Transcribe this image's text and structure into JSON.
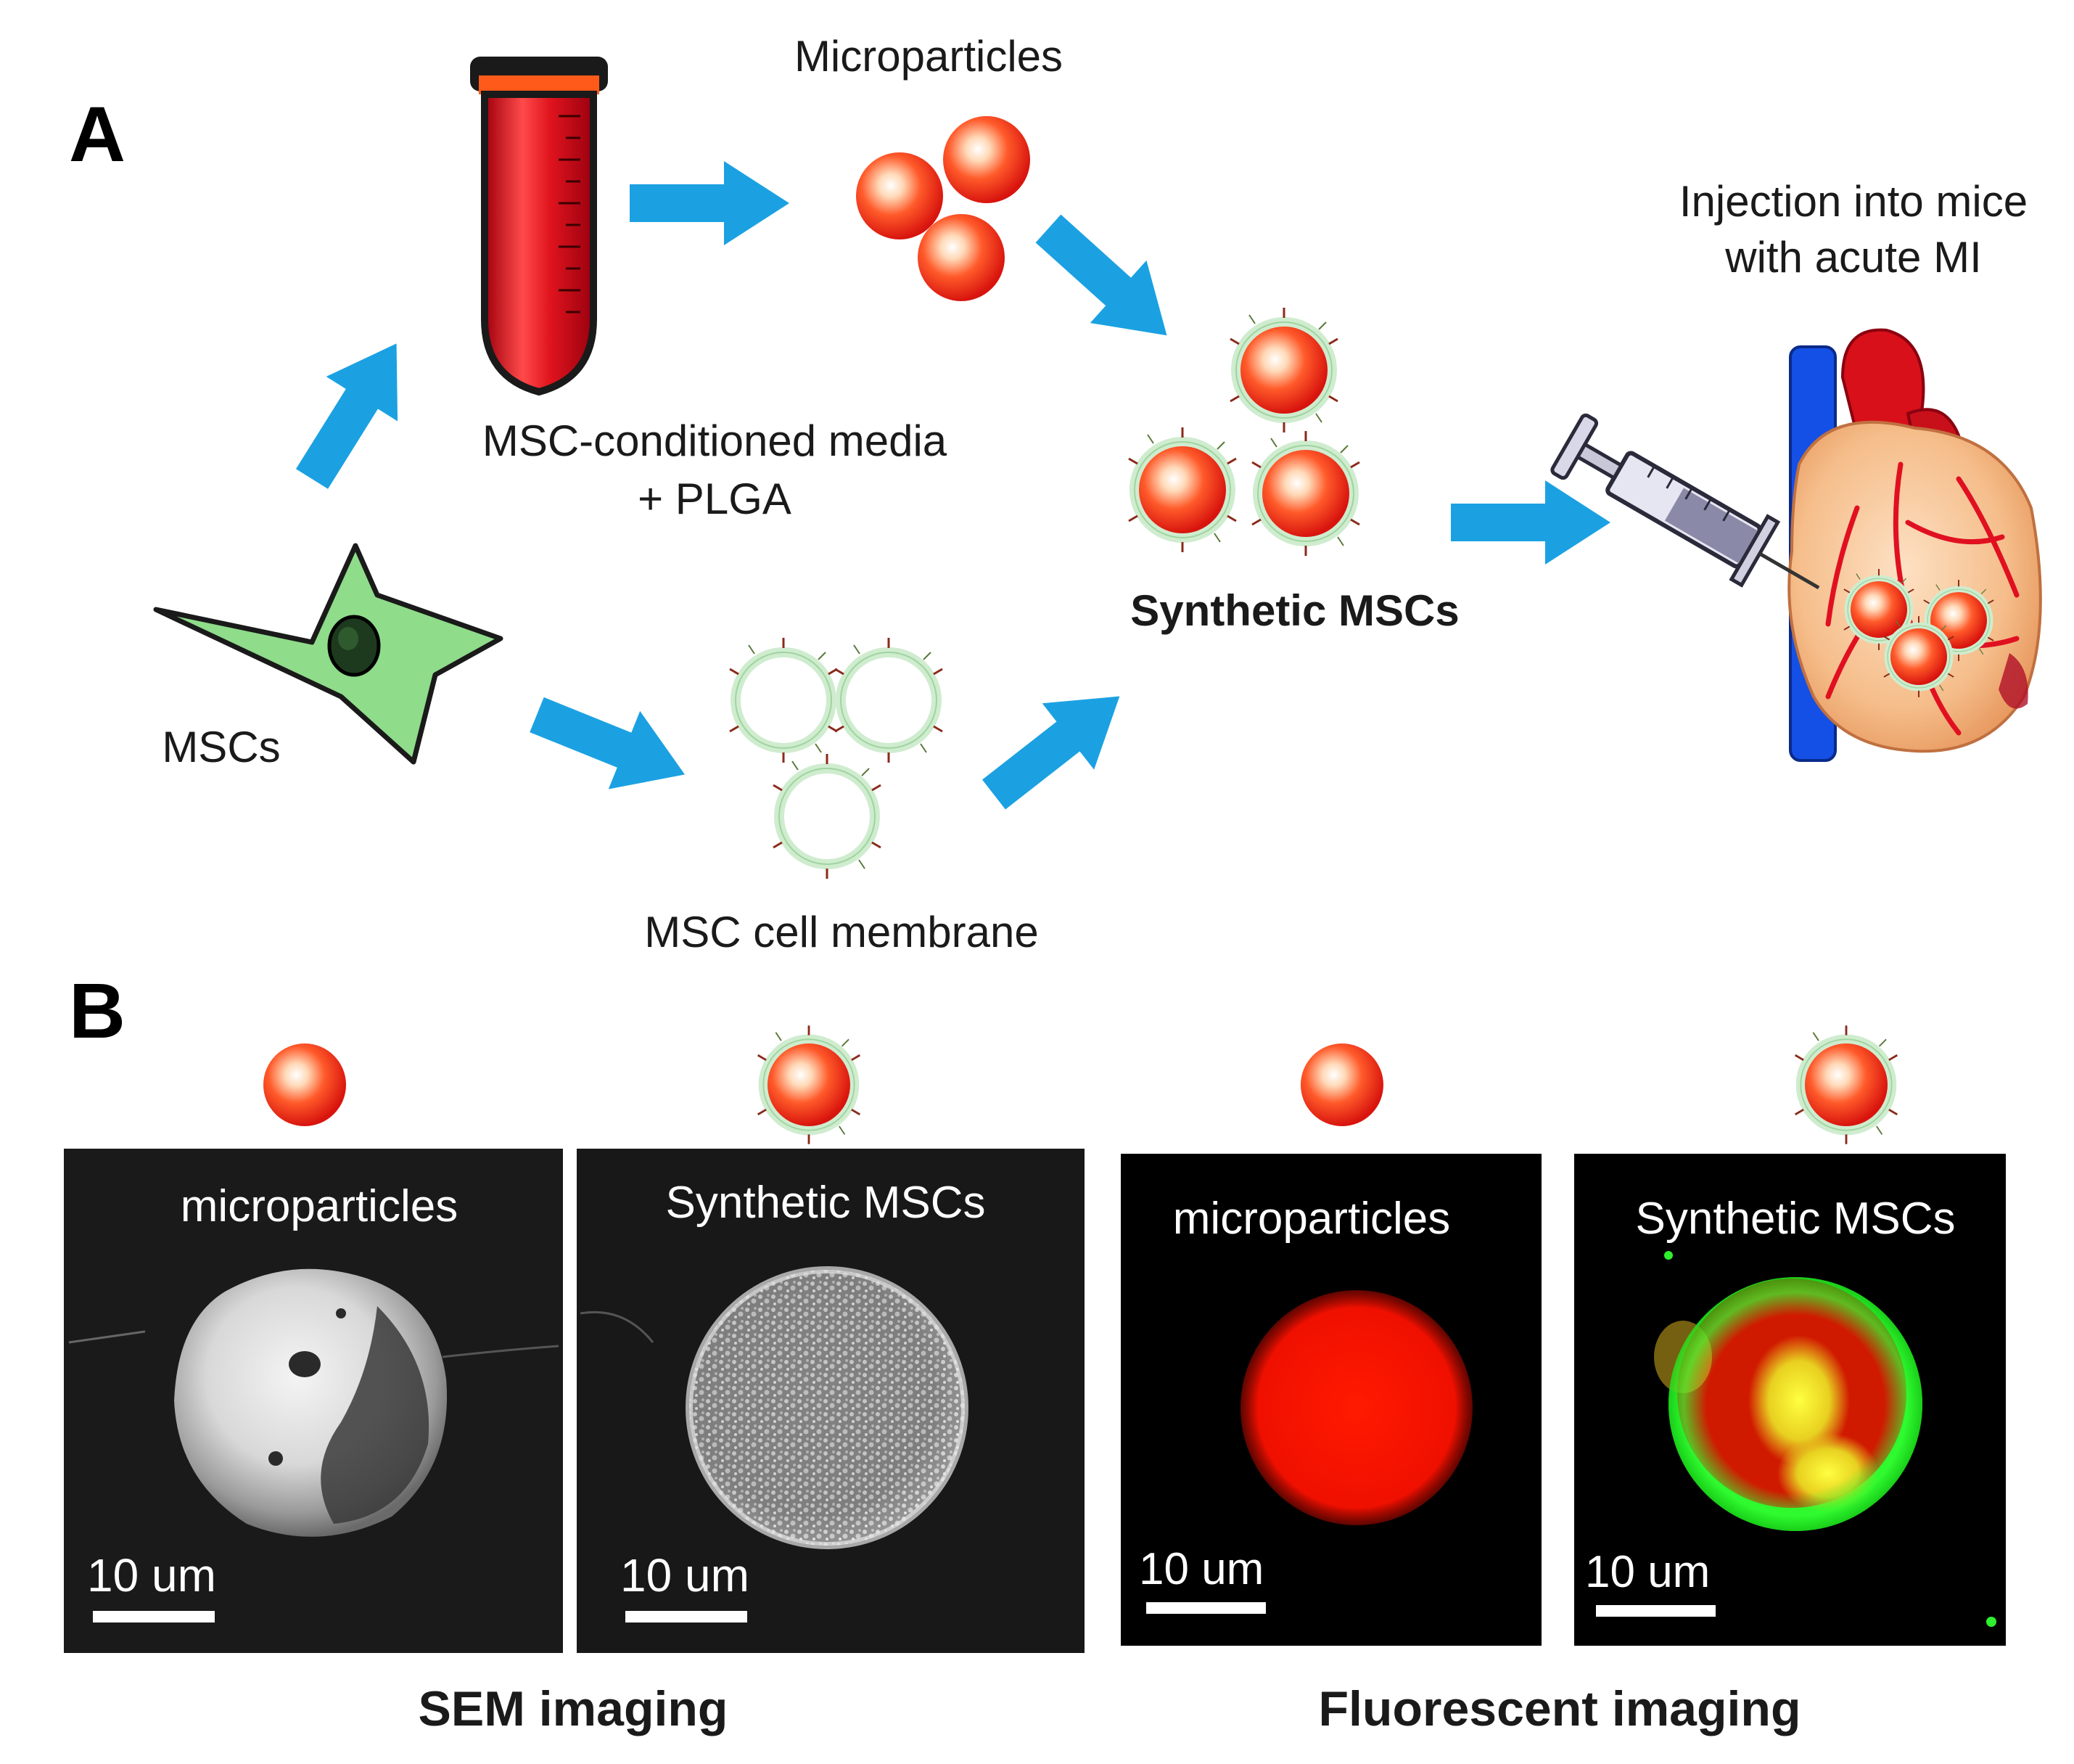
{
  "panel_a": {
    "letter": "A",
    "label_microparticles": "Microparticles",
    "label_media_line1": "MSC-conditioned media",
    "label_media_line2": "+ PLGA",
    "label_mscs": "MSCs",
    "label_membrane": "MSC cell membrane",
    "label_synthetic": "Synthetic MSCs",
    "label_injection_line1": "Injection into mice",
    "label_injection_line2": "with acute MI"
  },
  "panel_b": {
    "letter": "B",
    "images": [
      {
        "label": "microparticles",
        "scale": "10 um"
      },
      {
        "label": "Synthetic MSCs",
        "scale": "10 um"
      },
      {
        "label": "microparticles",
        "scale": "10 um"
      },
      {
        "label": "Synthetic MSCs",
        "scale": "10 um"
      }
    ],
    "caption_sem": "SEM imaging",
    "caption_fluor": "Fluorescent imaging"
  },
  "colors": {
    "arrow": "#1ba1e2",
    "particle_red": "#e8281e",
    "membrane_green": "#bfe6bf",
    "cell_green": "#8fdc8a",
    "tube_red": "#d0101a",
    "vessel_blue": "#1450e6",
    "heart": "#f4c08f"
  }
}
